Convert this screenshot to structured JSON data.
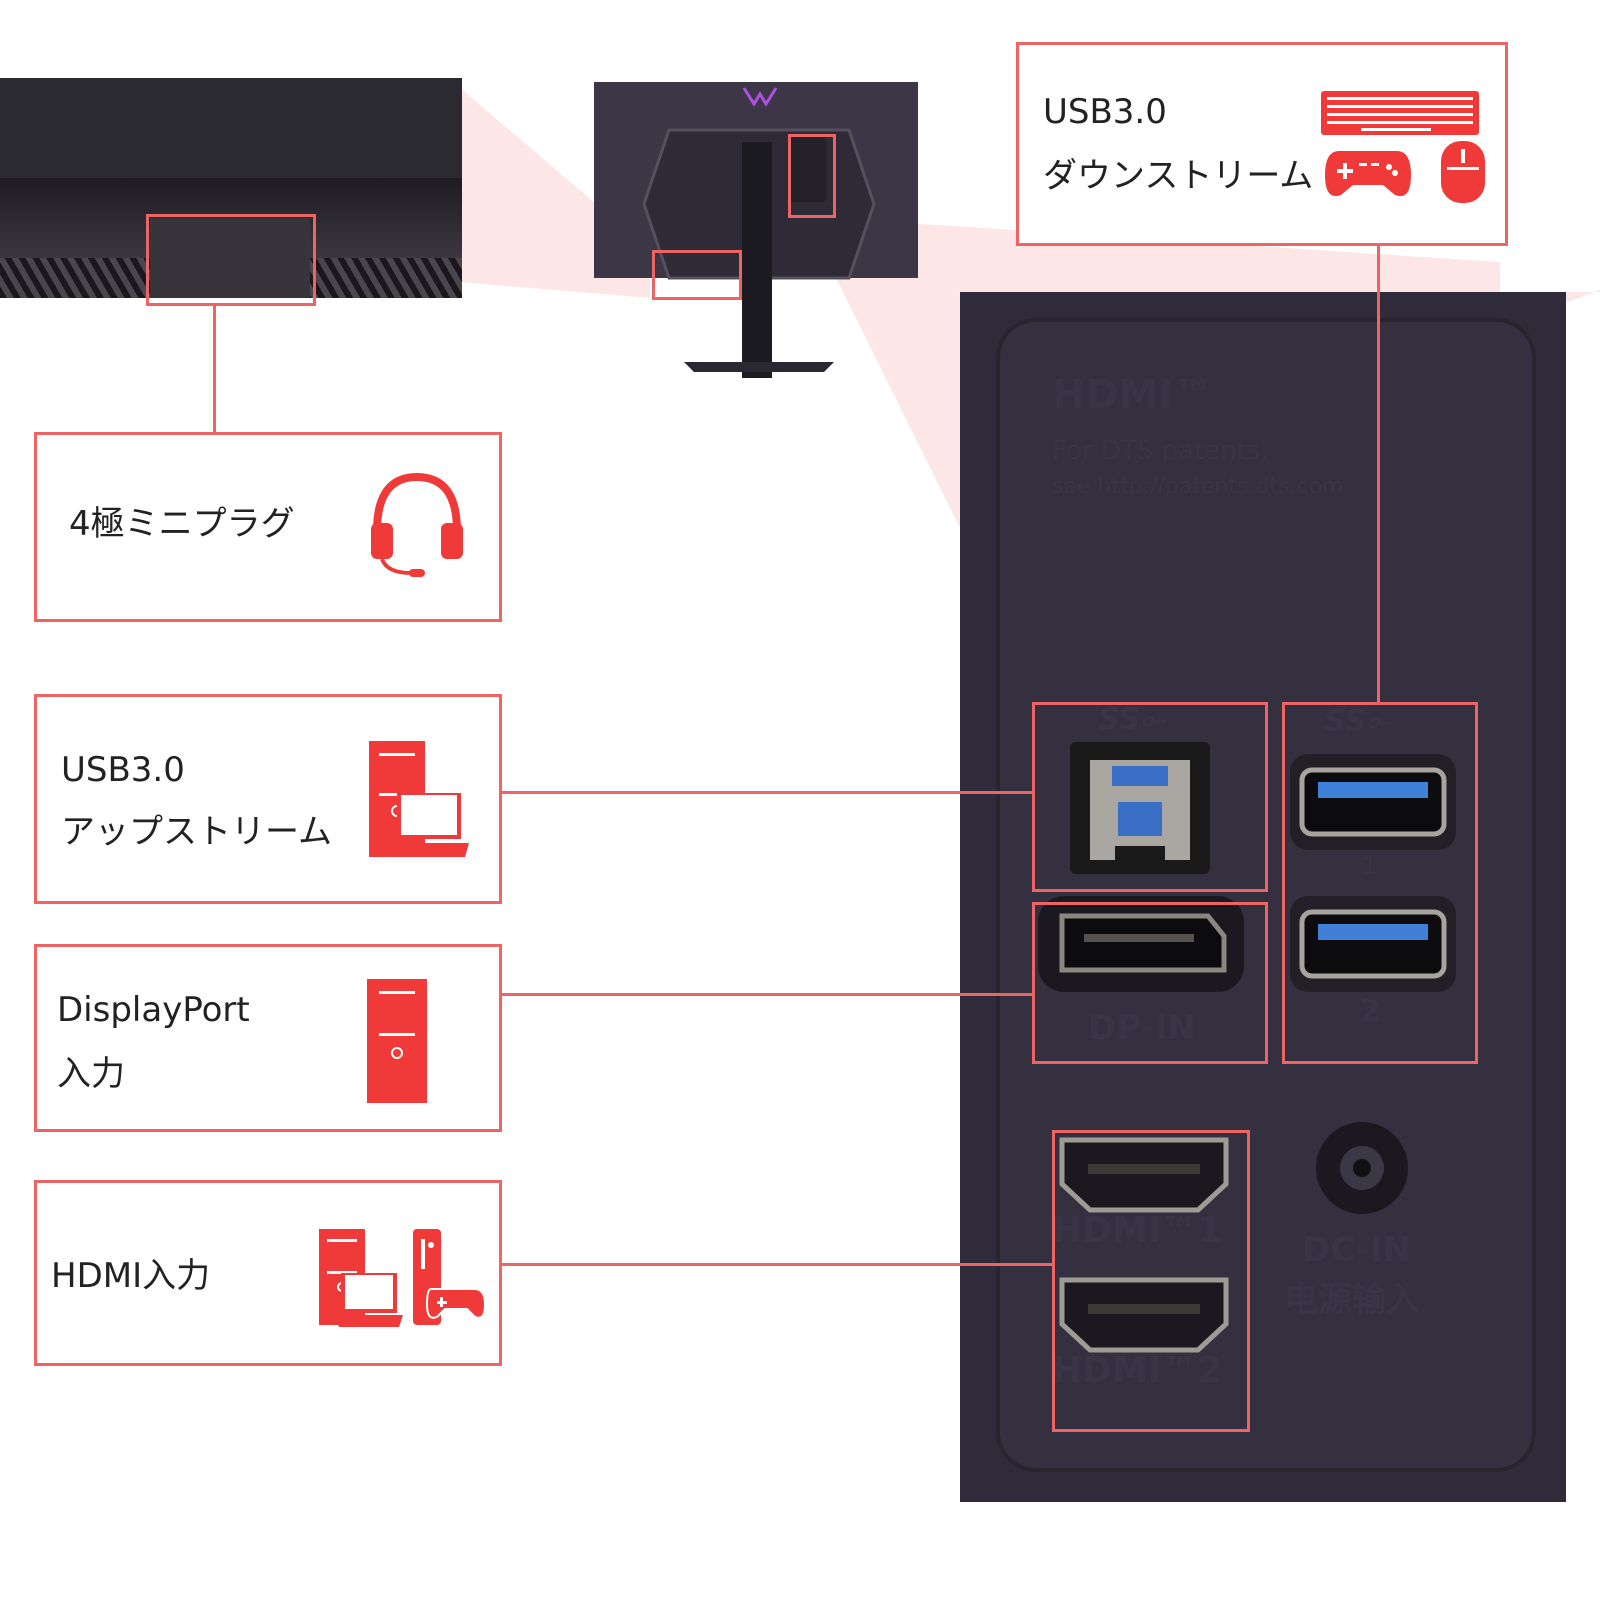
{
  "labels": {
    "usb_down": {
      "line1": "USB3.0",
      "line2": "ダウンストリーム"
    },
    "audio": {
      "line1": "4極ミニプラグ"
    },
    "usb_up": {
      "line1": "USB3.0",
      "line2": "アップストリーム"
    },
    "dp": {
      "line1": "DisplayPort",
      "line2": "入力"
    },
    "hdmi": {
      "line1": "HDMI入力"
    }
  },
  "panel": {
    "hdmi_logo": "HDMI™",
    "patent_line1": "For DTS patents,",
    "patent_line2": "see http://patents.dts.com",
    "ss_mark": "SS⟜",
    "usb_port_1": "1",
    "usb_port_2": "2",
    "dp_in": "DP-IN",
    "hdmi_1": "HDMI™1",
    "hdmi_2": "HDMI™2",
    "dc_in": "DC-IN",
    "dc_in_cn": "电源输入"
  },
  "icons": {
    "audio": "headset-icon",
    "usb_down": [
      "keyboard-icon",
      "gamepad-icon",
      "mouse-icon"
    ],
    "usb_up": [
      "desktop-pc-icon",
      "laptop-icon"
    ],
    "dp": [
      "desktop-pc-icon"
    ],
    "hdmi": [
      "desktop-pc-icon",
      "laptop-icon",
      "game-console-icon"
    ]
  },
  "colors": {
    "accent": "#ec6464",
    "icon_red": "#f03a3a",
    "panel": "#2f2b3a"
  }
}
